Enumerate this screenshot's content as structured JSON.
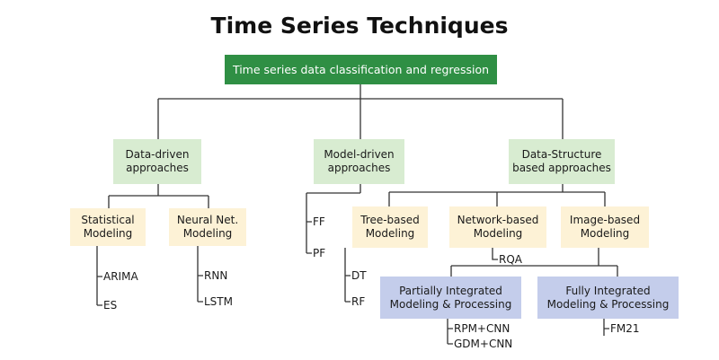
{
  "title": "Time Series Techniques",
  "root": "Time series data classification and regression",
  "level1": {
    "data_driven": "Data-driven\napproaches",
    "model_driven": "Model-driven\napproaches",
    "data_structure": "Data-Structure\nbased approaches"
  },
  "level2": {
    "statistical": "Statistical\nModeling",
    "neural": "Neural Net.\nModeling",
    "tree": "Tree-based\nModeling",
    "network": "Network-based\nModeling",
    "image": "Image-based\nModeling"
  },
  "level3": {
    "partial": "Partially Integrated\nModeling & Processing",
    "full": "Fully Integrated\nModeling & Processing"
  },
  "leaves": {
    "arima": "ARIMA",
    "es": "ES",
    "rnn": "RNN",
    "lstm": "LSTM",
    "ff": "FF",
    "pf": "PF",
    "dt": "DT",
    "rf": "RF",
    "rqa": "RQA",
    "rpm_cnn": "RPM+CNN",
    "gdm_cnn": "GDM+CNN",
    "fm21": "FM21"
  },
  "colors": {
    "root": "#2f8f44",
    "approach": "#d8ecd1",
    "modeling": "#fdf2d6",
    "integrated": "#c4cdeb",
    "connector": "#333333"
  }
}
